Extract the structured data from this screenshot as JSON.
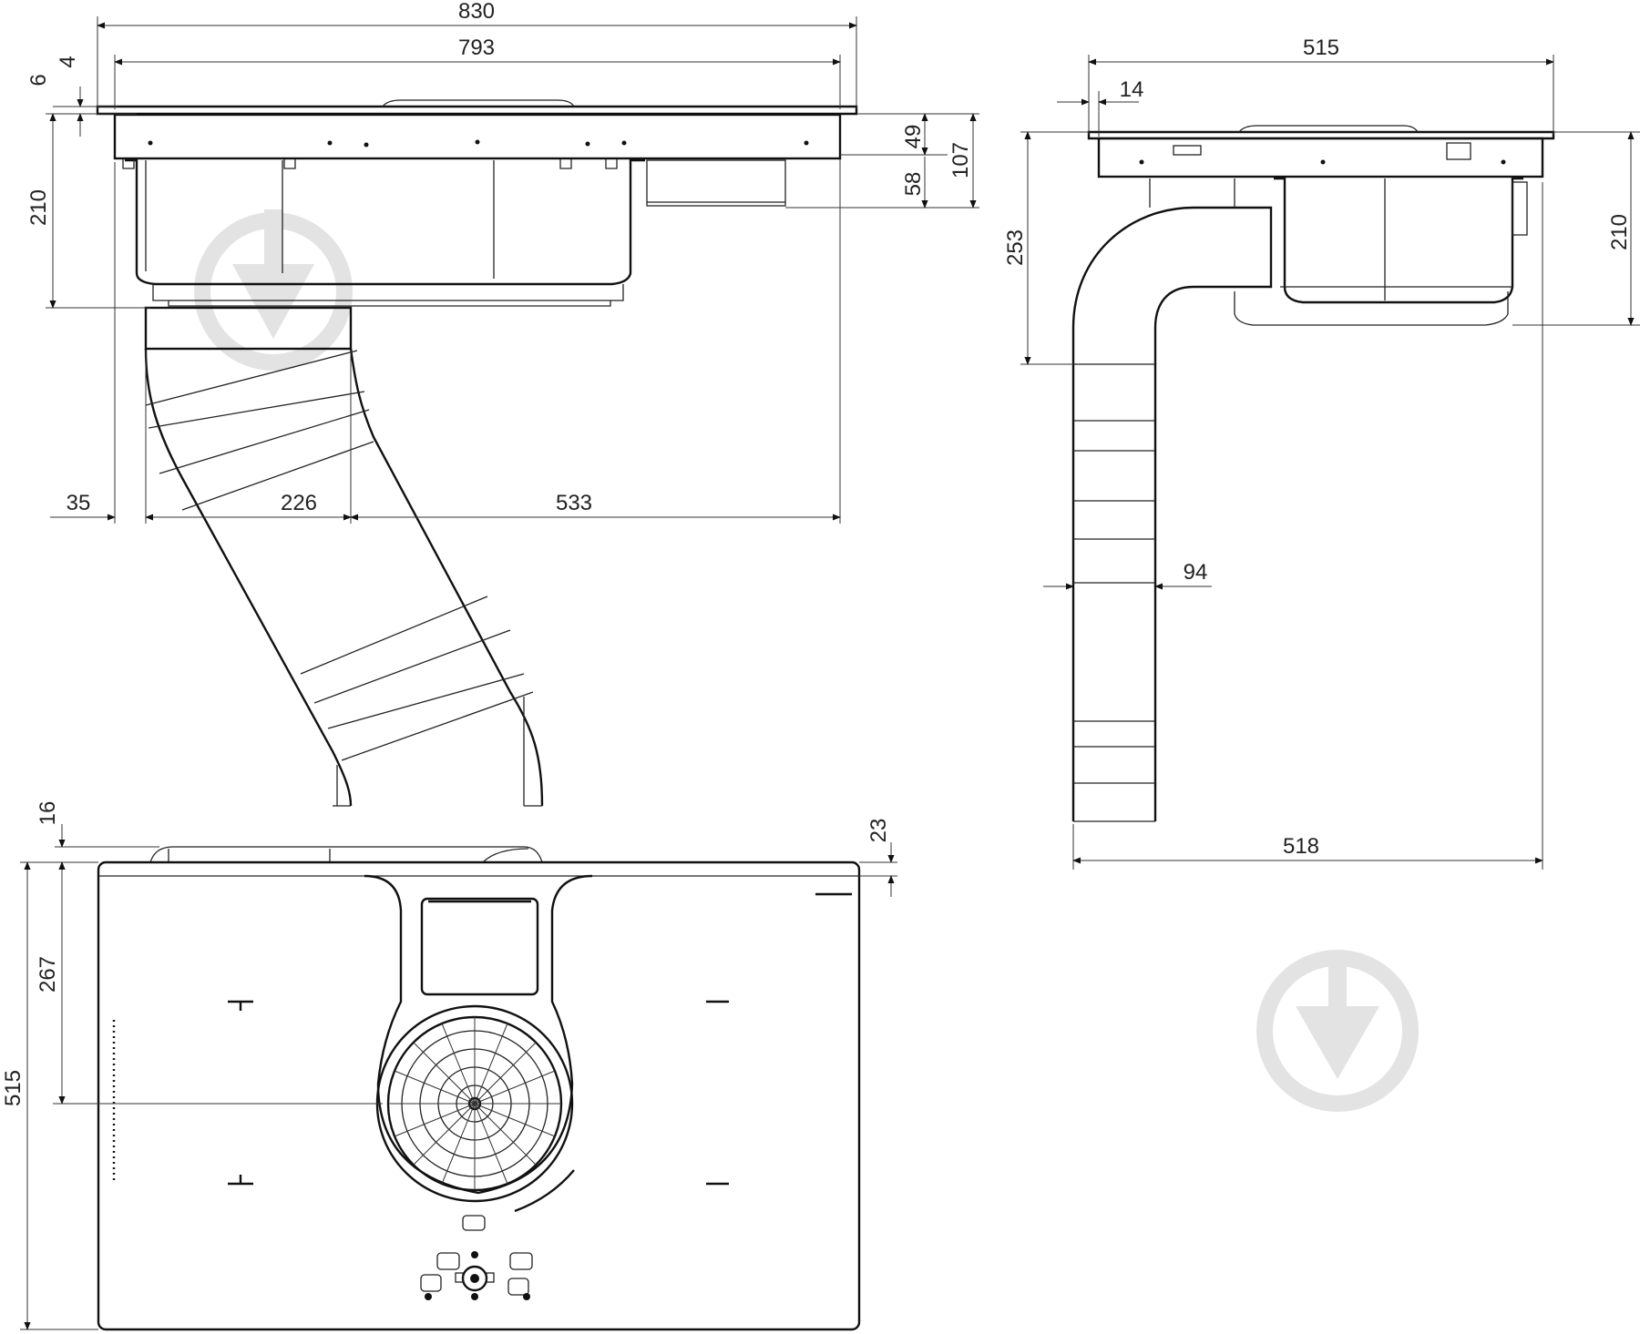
{
  "dimensions": {
    "front_width_total": "830",
    "front_width_inner": "793",
    "front_top_6": "6",
    "front_top_4": "4",
    "front_height": "210",
    "front_right_49": "49",
    "front_right_58": "58",
    "front_right_107": "107",
    "front_offset_35": "35",
    "front_duct_226": "226",
    "front_rest_533": "533",
    "side_width_515": "515",
    "side_offset_14": "14",
    "side_height_253": "253",
    "side_height_210": "210",
    "side_duct_94": "94",
    "side_width_518": "518",
    "top_16": "16",
    "top_23": "23",
    "top_depth_515": "515",
    "top_center_267": "267"
  },
  "colors": {
    "line": "#111111",
    "watermark": "#e3e3e3"
  }
}
